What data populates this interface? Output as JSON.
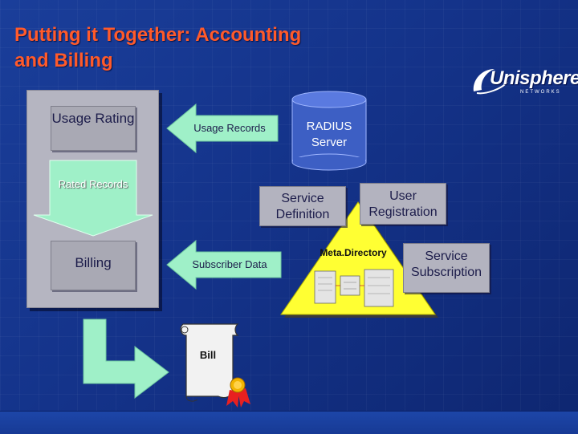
{
  "slide": {
    "title_line1": "Putting it Together: Accounting",
    "title_line2": "and Billing",
    "logo": {
      "name": "Unisphere",
      "sub": "NETWORKS"
    }
  },
  "colors": {
    "background": "#1a3e9a",
    "title": "#ff5a2a",
    "box_gray": "#b3b3bf",
    "arrow_fill": "#9ff0c8",
    "pyramid": "#ffff33",
    "cylinder": "#3d5fc4"
  },
  "nodes": {
    "usage_rating": "Usage Rating",
    "rated_records": "Rated Records",
    "billing": "Billing",
    "radius_server": "RADIUS Server",
    "service_definition": "Service Definition",
    "user_registration": "User Registration",
    "meta_directory": "Meta.Directory",
    "service_subscription": "Service Subscription",
    "bill": "Bill"
  },
  "arrows": {
    "usage_records": "Usage Records",
    "subscriber_data": "Subscriber Data"
  },
  "icons": [
    "left-arrow-icon",
    "down-arrow-icon",
    "elbow-arrow-icon",
    "database-cylinder-icon",
    "scroll-document-icon",
    "award-ribbon-icon",
    "pyramid-icon"
  ]
}
